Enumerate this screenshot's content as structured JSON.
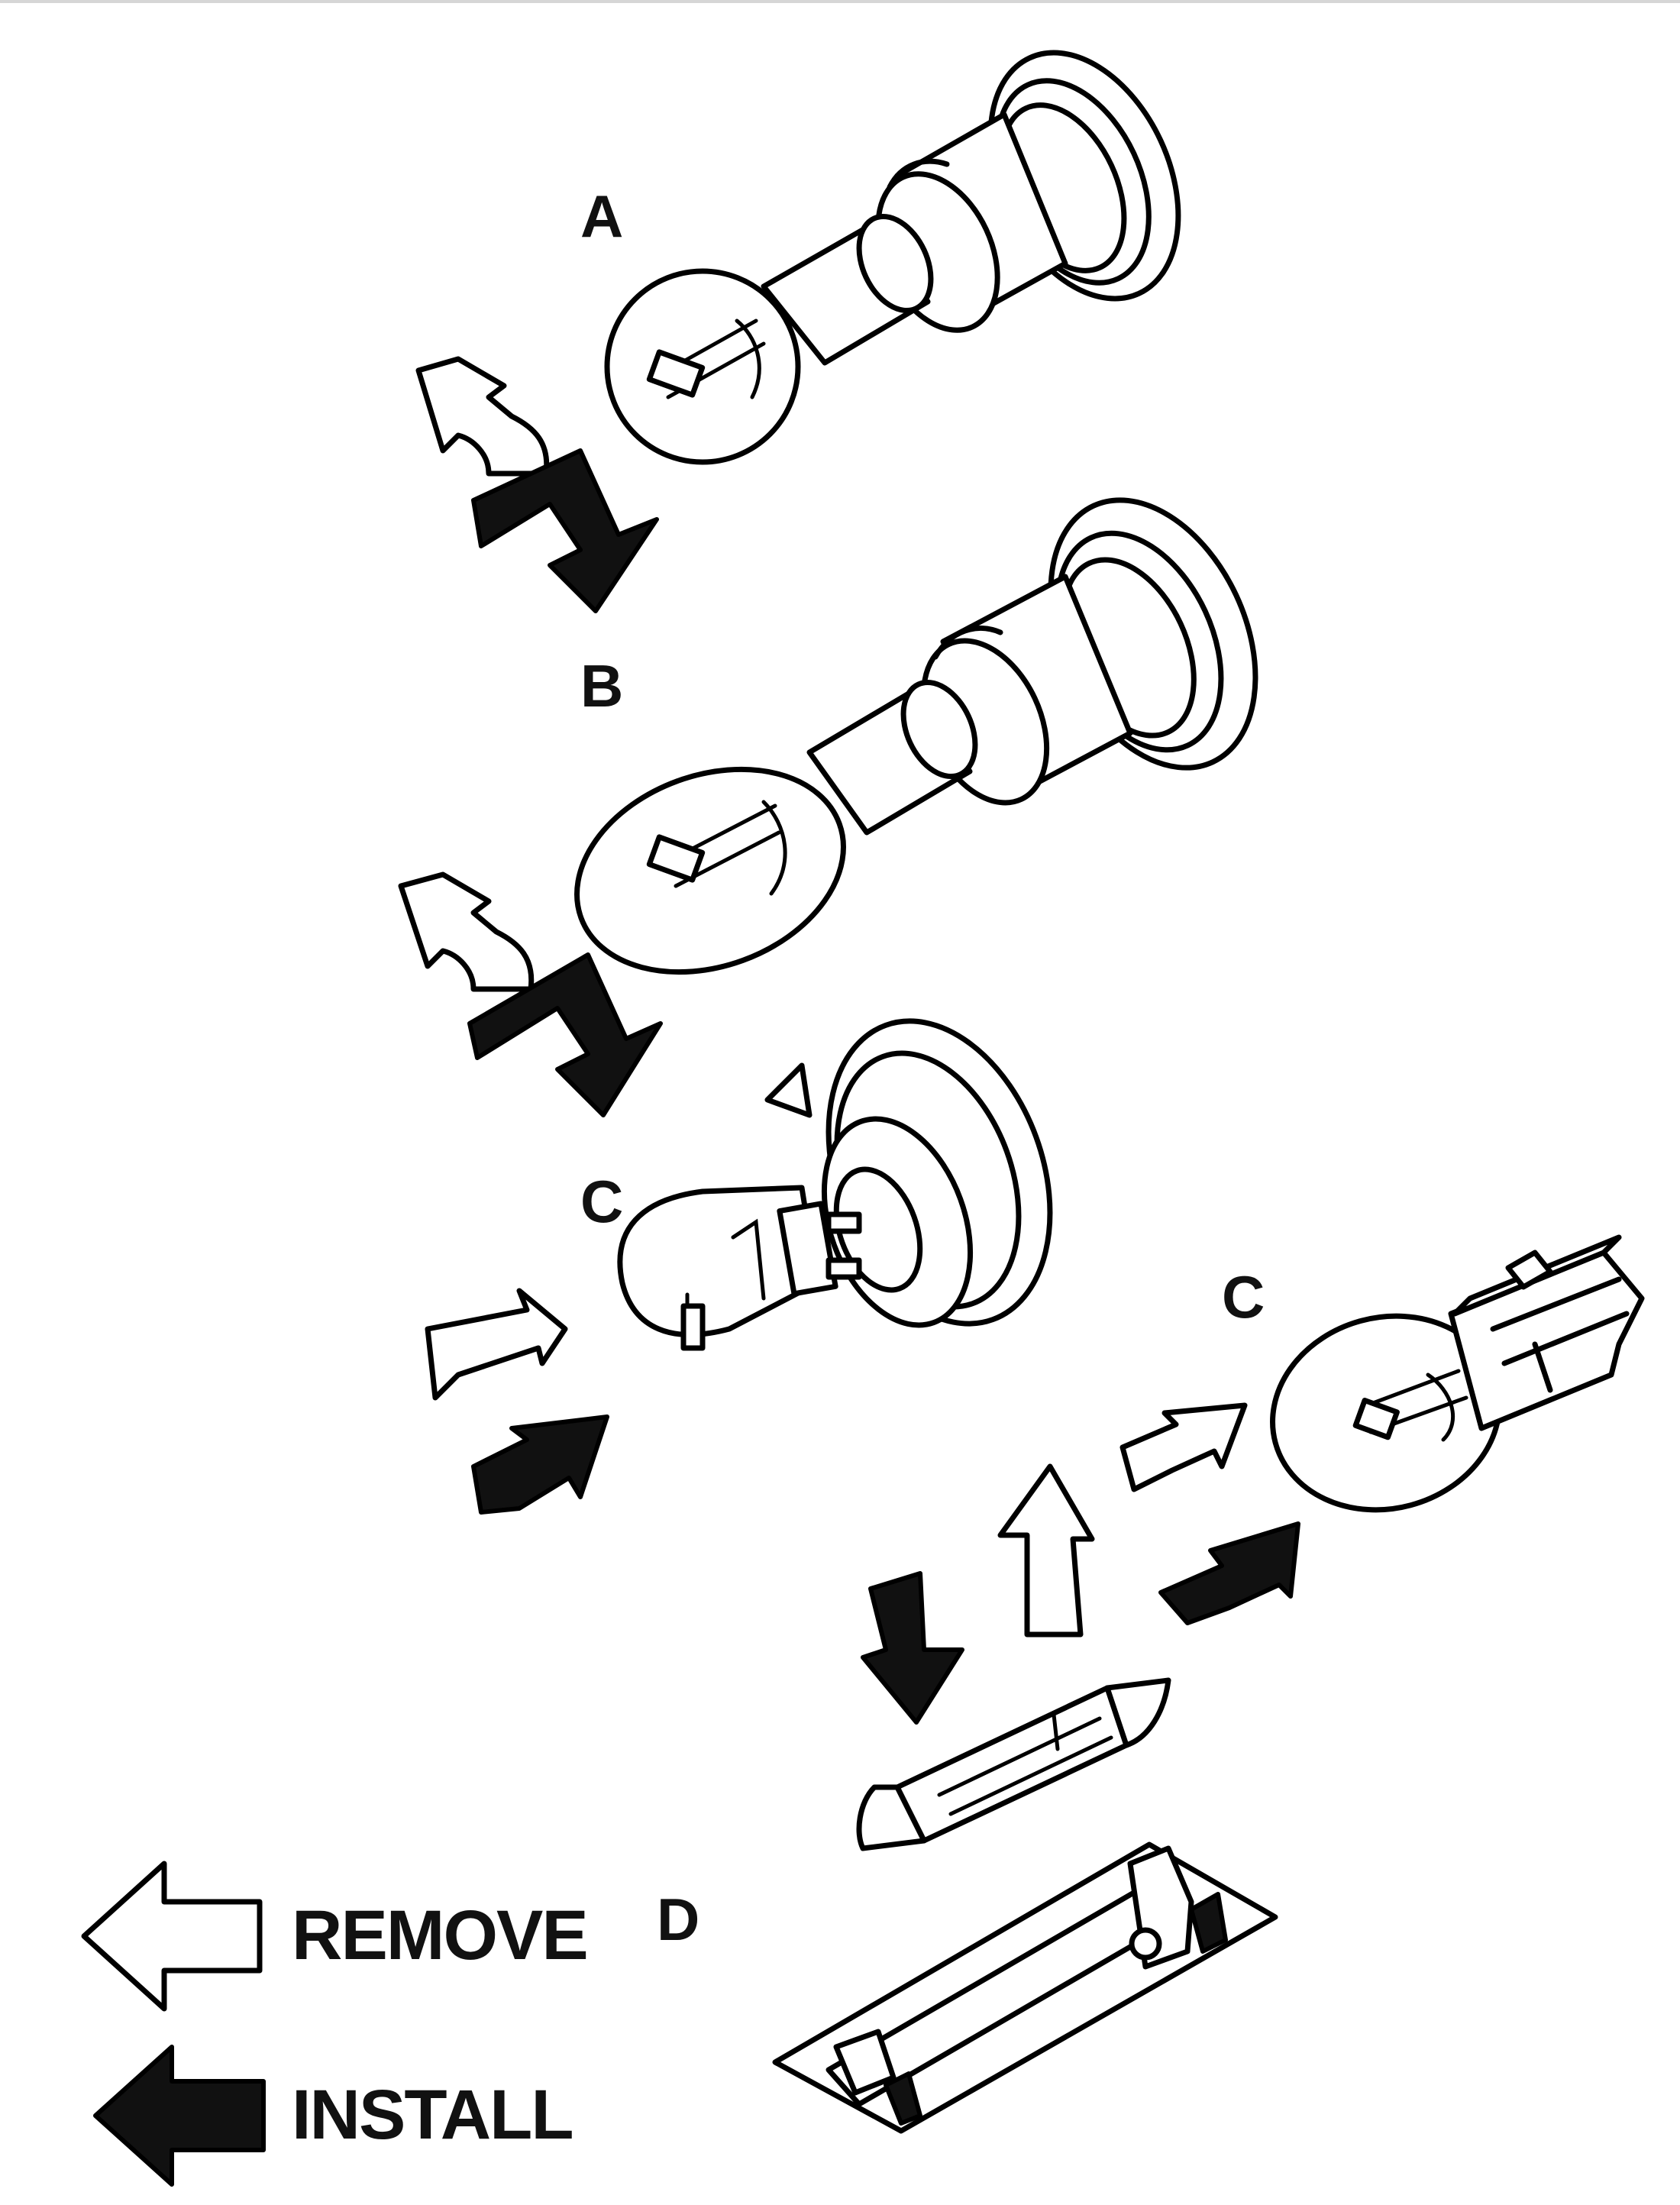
{
  "labels": {
    "bulb_a": "A",
    "bulb_b": "B",
    "bulb_c_left": "C",
    "bulb_c_right": "C",
    "bulb_d": "D"
  },
  "legend": {
    "remove_label": "REMOVE",
    "install_label": "INSTALL"
  },
  "colors": {
    "line": "#000000",
    "install_arrow_fill": "#111111",
    "remove_arrow_fill": "#ffffff",
    "background": "#ffffff"
  }
}
